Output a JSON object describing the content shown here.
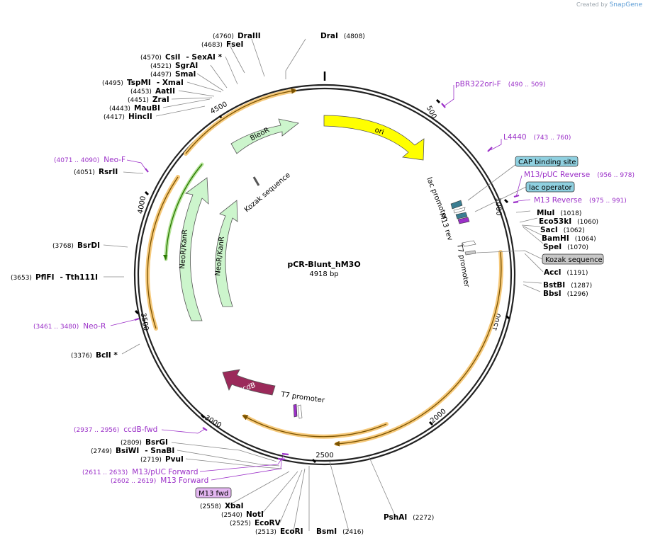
{
  "credit": {
    "prefix": "Created by",
    "brand": "SnapGene"
  },
  "plasmid": {
    "name": "pCR-Blunt_hM3O",
    "size": "4918 bp"
  },
  "ticks": [
    "500",
    "1000",
    "1500",
    "2000",
    "2500",
    "3000",
    "3500",
    "4000",
    "4500"
  ],
  "enzymes": [
    {
      "name": "DraIII",
      "pos": "(4760)"
    },
    {
      "name": "DraI",
      "pos": "(4808)"
    },
    {
      "name": "FseI",
      "pos": "(4683)"
    },
    {
      "name": "CsiI",
      "pos": "(4570)",
      "extra": "- SexAI *"
    },
    {
      "name": "SgrAI",
      "pos": "(4521)"
    },
    {
      "name": "SmaI",
      "pos": "(4497)"
    },
    {
      "name": "TspMI",
      "pos": "(4495)",
      "extra": "- XmaI"
    },
    {
      "name": "AatII",
      "pos": "(4453)"
    },
    {
      "name": "ZraI",
      "pos": "(4451)"
    },
    {
      "name": "MauBI",
      "pos": "(4443)"
    },
    {
      "name": "HincII",
      "pos": "(4417)"
    },
    {
      "name": "RsrII",
      "pos": "(4051)"
    },
    {
      "name": "BsrDI",
      "pos": "(3768)"
    },
    {
      "name": "PflFI",
      "pos": "(3653)",
      "extra": "- Tth111I"
    },
    {
      "name": "BclI *",
      "pos": "(3376)"
    },
    {
      "name": "BsrGI",
      "pos": "(2809)"
    },
    {
      "name": "BsiWI",
      "pos": "(2749)",
      "extra": "- SnaBI"
    },
    {
      "name": "PvuI",
      "pos": "(2719)"
    },
    {
      "name": "XbaI",
      "pos": "(2558)"
    },
    {
      "name": "NotI",
      "pos": "(2540)"
    },
    {
      "name": "EcoRV",
      "pos": "(2525)"
    },
    {
      "name": "EcoRI",
      "pos": "(2513)"
    },
    {
      "name": "BsmI",
      "pos": "(2416)"
    },
    {
      "name": "PshAI",
      "pos": "(2272)"
    },
    {
      "name": "MluI",
      "pos": "(1018)"
    },
    {
      "name": "Eco53kI",
      "pos": "(1060)"
    },
    {
      "name": "SacI",
      "pos": "(1062)"
    },
    {
      "name": "BamHI",
      "pos": "(1064)"
    },
    {
      "name": "SpeI",
      "pos": "(1070)"
    },
    {
      "name": "AccI",
      "pos": "(1191)"
    },
    {
      "name": "BstBI",
      "pos": "(1287)"
    },
    {
      "name": "BbsI",
      "pos": "(1296)"
    }
  ],
  "primers": [
    {
      "name": "pBR322ori-F",
      "pos": "(490 .. 509)"
    },
    {
      "name": "L4440",
      "pos": "(743 .. 760)"
    },
    {
      "name": "M13/pUC Reverse",
      "pos": "(956 .. 978)"
    },
    {
      "name": "M13 Reverse",
      "pos": "(975 .. 991)"
    },
    {
      "name": "Neo-F",
      "pos": "(4071 .. 4090)"
    },
    {
      "name": "Neo-R",
      "pos": "(3461 .. 3480)"
    },
    {
      "name": "ccdB-fwd",
      "pos": "(2937 .. 2956)"
    },
    {
      "name": "M13/pUC Forward",
      "pos": "(2611 .. 2633)"
    },
    {
      "name": "M13 Forward",
      "pos": "(2602 .. 2619)"
    }
  ],
  "boxed_labels": {
    "cap": "CAP binding site",
    "lac_op": "lac operator",
    "kozak": "Kozak sequence",
    "m13fwd": "M13 fwd"
  },
  "features": {
    "ori": "ori",
    "bleo": "BleoR",
    "neokan1": "NeoR/KanR",
    "neokan2": "NeoR/KanR",
    "ccdb": "ccdB",
    "lac_promoter": "lac promoter",
    "m13rev": "M13 rev",
    "t7_right": "T7 promoter",
    "t7_bottom": "T7 promoter",
    "kozak_inner": "Kozak sequence"
  },
  "colors": {
    "ori": "#ffff00",
    "resistance": "#ccf5cc",
    "ccdb": "#9b2a5a",
    "orf_highlight": "#f6c97a",
    "orf_line": "#7a5200",
    "neo_line": "#2a7a00",
    "primer": "#9b30c8",
    "cap_box": "#8fd0e0",
    "kozak_box": "#c8c8c8",
    "m13fwd_box": "#e3b6f0",
    "lac_feature": "#3a7d91"
  }
}
